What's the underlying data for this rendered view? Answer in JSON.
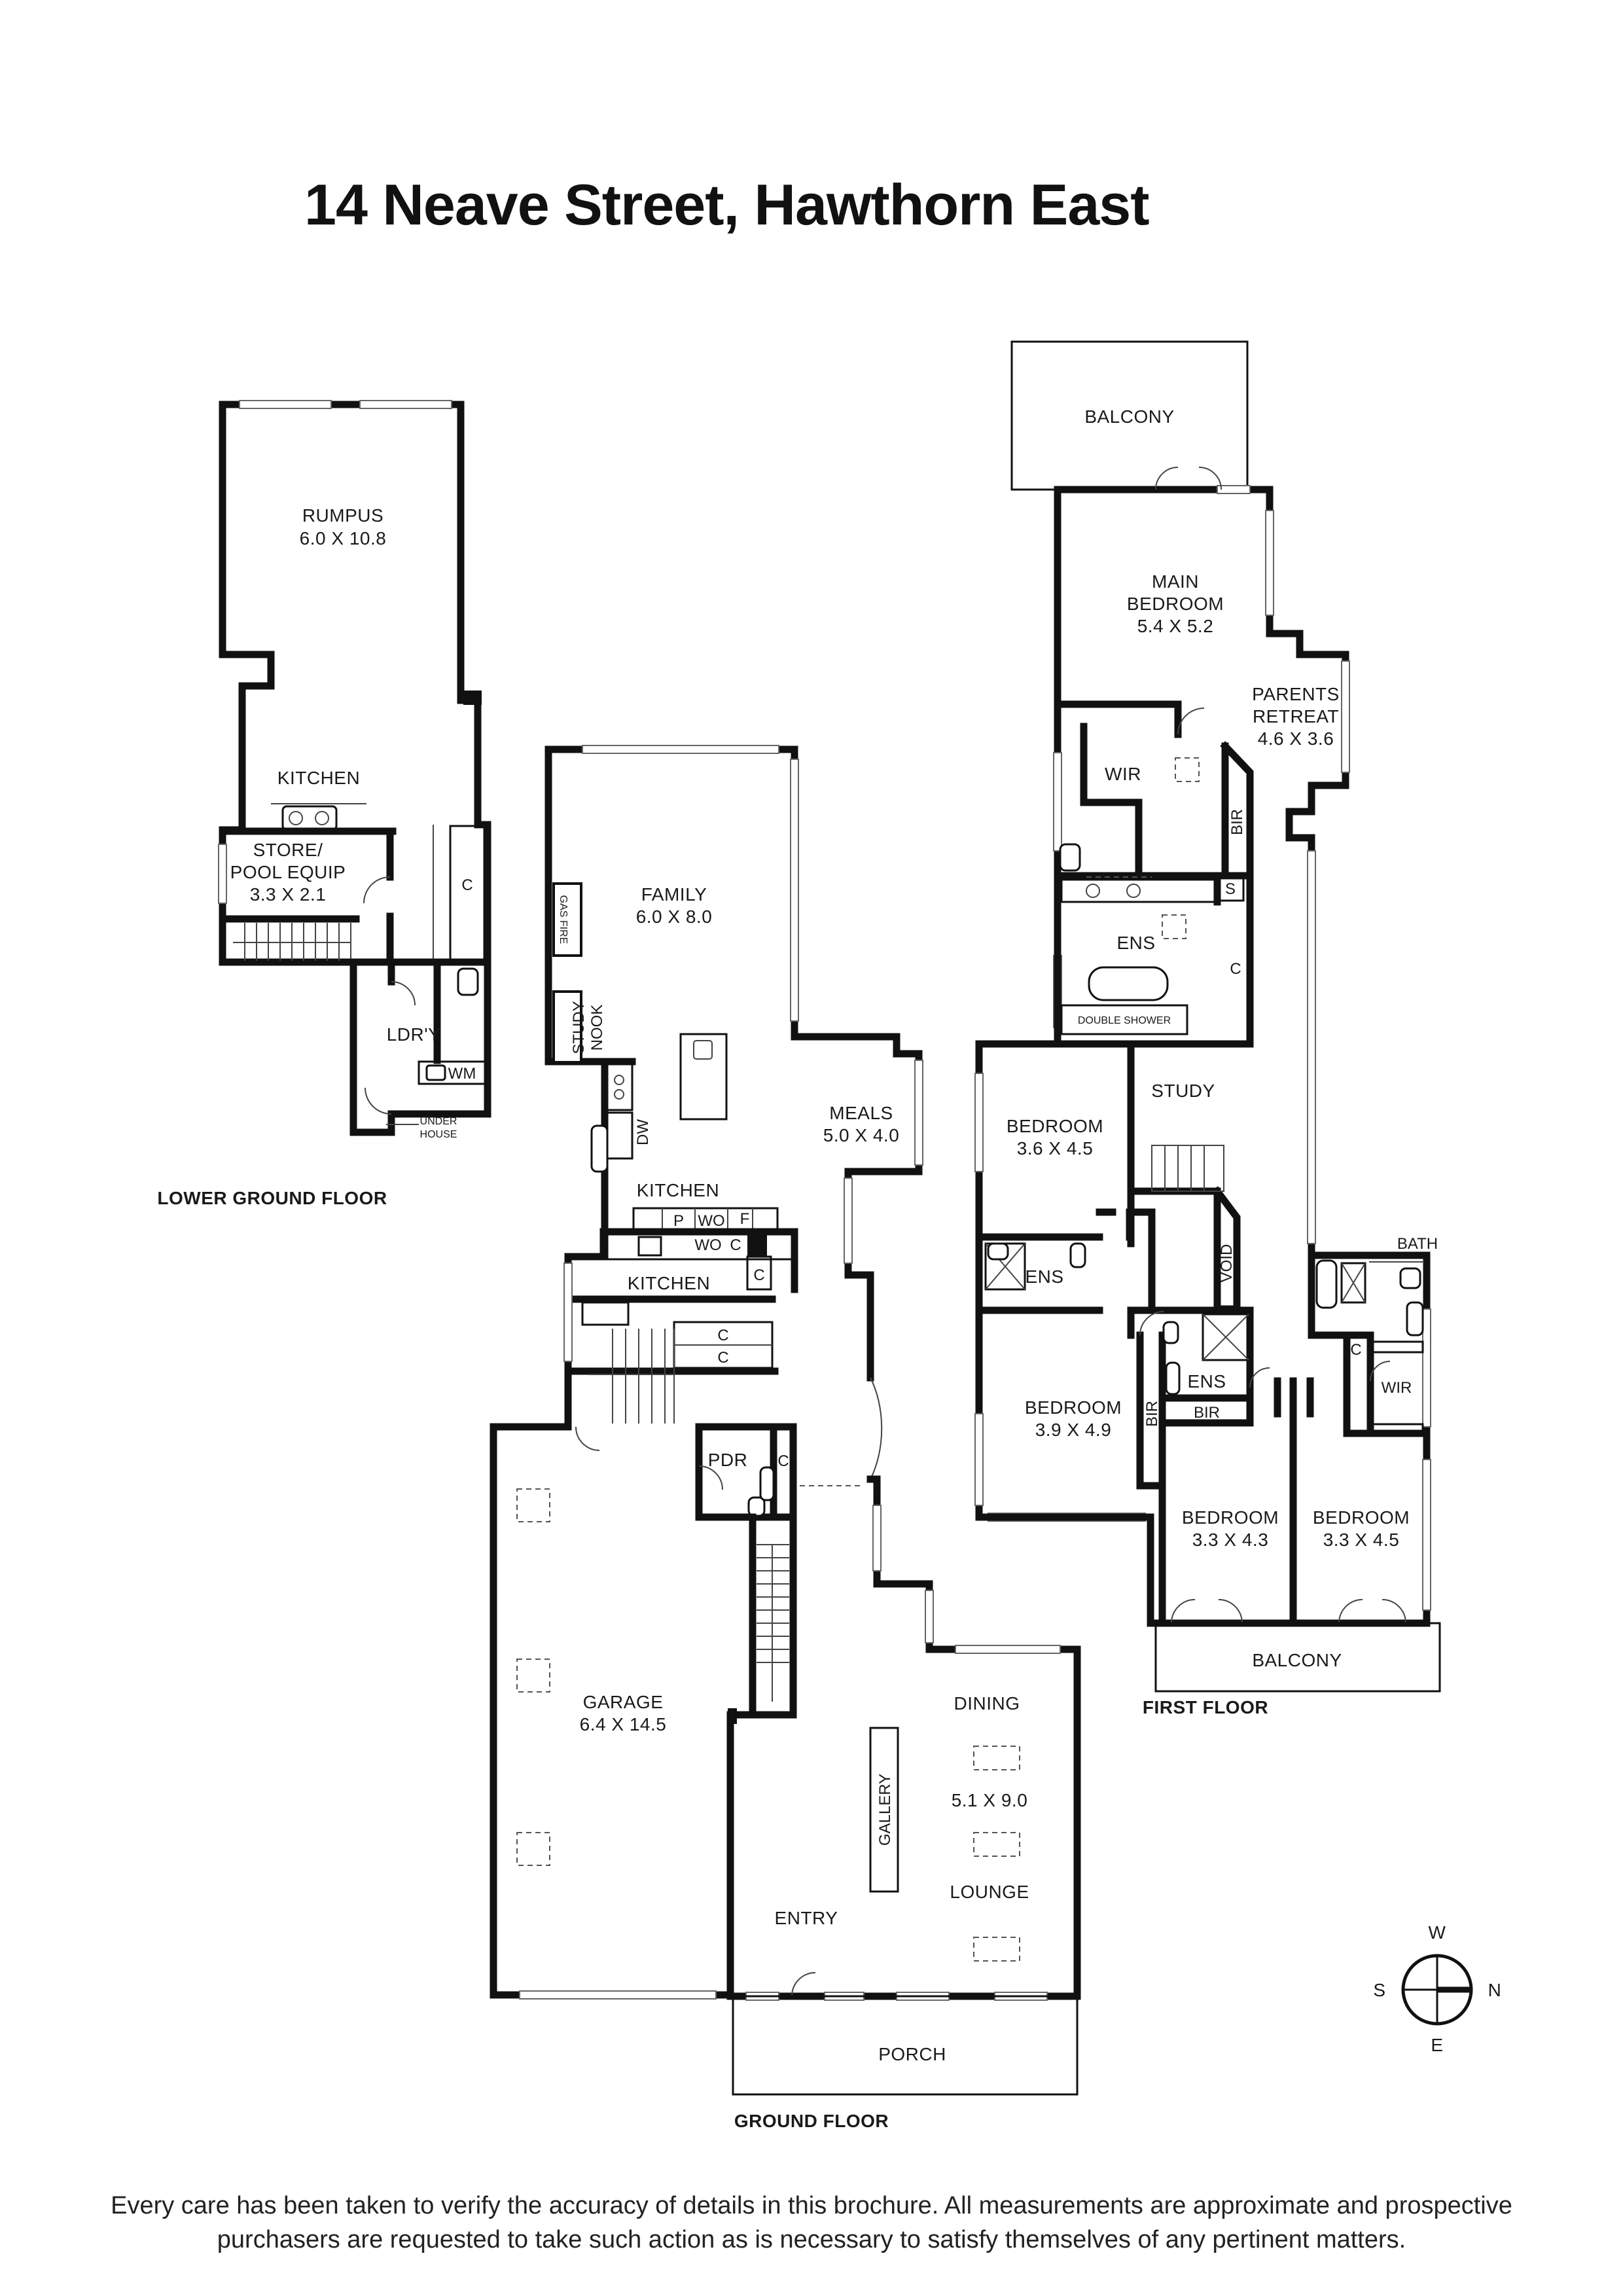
{
  "title": "14 Neave Street, Hawthorn East",
  "floors": {
    "lower": "LOWER GROUND FLOOR",
    "ground": "GROUND FLOOR",
    "first": "FIRST FLOOR"
  },
  "rooms": {
    "rumpus": {
      "name": "RUMPUS",
      "dims": "6.0 X 10.8"
    },
    "lower_kitchen": {
      "name": "KITCHEN"
    },
    "store": {
      "name1": "STORE/",
      "name2": "POOL EQUIP",
      "dims": "3.3 X 2.1"
    },
    "ldry": {
      "name": "LDR'Y"
    },
    "under_house": {
      "line1": "UNDER",
      "line2": "HOUSE"
    },
    "family": {
      "name": "FAMILY",
      "dims": "6.0 X 8.0"
    },
    "gas_fire": {
      "line1": "GAS",
      "line2": "FIRE"
    },
    "study_nook": {
      "line1": "STUDY",
      "line2": "NOOK"
    },
    "meals": {
      "name": "MEALS",
      "dims": "5.0 X 4.0"
    },
    "main_kitchen": {
      "name": "KITCHEN"
    },
    "butlers_kitchen": {
      "name": "KITCHEN"
    },
    "pdr": {
      "name": "PDR"
    },
    "garage": {
      "name": "GARAGE",
      "dims": "6.4 X 14.5"
    },
    "dining": {
      "name": "DINING"
    },
    "dining_lounge_dims": "5.1 X  9.0",
    "lounge": {
      "name": "LOUNGE"
    },
    "gallery": {
      "name": "GALLERY"
    },
    "entry": {
      "name": "ENTRY"
    },
    "porch": {
      "name": "PORCH"
    },
    "balcony_top": {
      "name": "BALCONY"
    },
    "main_bedroom": {
      "name1": "MAIN",
      "name2": "BEDROOM",
      "dims": "5.4 X 5.2"
    },
    "parents_retreat": {
      "name1": "PARENTS",
      "name2": "RETREAT",
      "dims": "4.6 X 3.6"
    },
    "wir_main": {
      "name": "WIR"
    },
    "bir_main": {
      "name": "BIR"
    },
    "ens_main": {
      "name": "ENS"
    },
    "double_shower": {
      "name": "DOUBLE SHOWER"
    },
    "study": {
      "name": "STUDY"
    },
    "bedroom_2": {
      "name": "BEDROOM",
      "dims": "3.6 X 4.5"
    },
    "ens_2": {
      "name": "ENS"
    },
    "void": {
      "name": "VOID"
    },
    "bedroom_3": {
      "name": "BEDROOM",
      "dims": "3.9 X 4.9"
    },
    "bir_3": {
      "name": "BIR"
    },
    "ens_3": {
      "name": "ENS"
    },
    "bir_3b": {
      "name": "BIR"
    },
    "bedroom_4": {
      "name": "BEDROOM",
      "dims": "3.3 X 4.3"
    },
    "bedroom_5": {
      "name": "BEDROOM",
      "dims": "3.3 X 4.5"
    },
    "bath": {
      "name": "BATH"
    },
    "wir_5": {
      "name": "WIR"
    },
    "balcony_bottom": {
      "name": "BALCONY"
    }
  },
  "fixtures": {
    "c": "C",
    "s": "S",
    "p": "P",
    "wo": "WO",
    "f": "F",
    "dw": "DW",
    "wm": "WM"
  },
  "compass": {
    "north": "N",
    "south": "S",
    "east": "E",
    "west": "W"
  },
  "disclaimer": {
    "line1": "Every care has been taken to verify the accuracy of details in this brochure. All measurements are approximate and prospective",
    "line2": "purchasers are requested to take such action as is necessary to satisfy themselves of any pertinent matters."
  }
}
